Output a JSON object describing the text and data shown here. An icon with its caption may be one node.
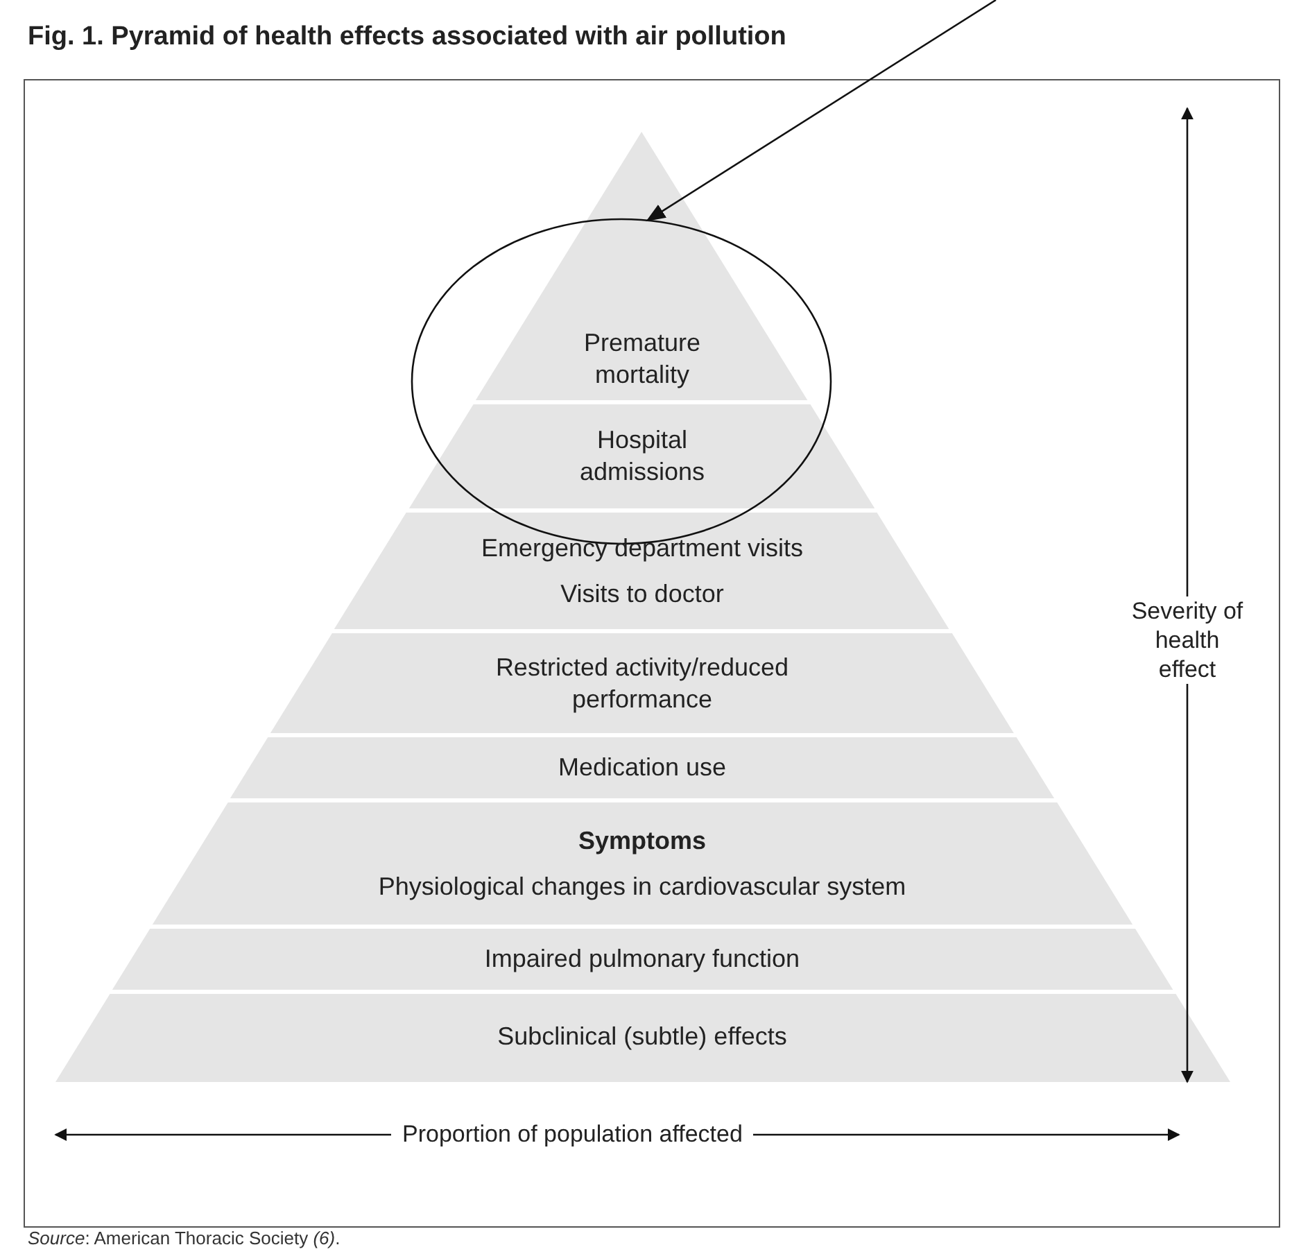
{
  "diagram": {
    "title": "Fig. 1. Pyramid of health effects associated with air pollution",
    "caption": "*Source*: American Thoracic Society *(6)*.",
    "nodes": [
      {
        "text": [
          "Premature mortality"
        ]
      },
      {
        "text": [
          "Hospital admissions"
        ]
      },
      {
        "text": [
          "Emergency department visits",
          "Visits to doctor"
        ]
      },
      {
        "text": [
          "Restricted activity/reduced performance"
        ]
      },
      {
        "text": [
          "Medication use"
        ]
      },
      {
        "text": [
          "Symptoms",
          "Physiological changes in cardiovascular system"
        ]
      },
      {
        "text": [
          "Impaired pulmonary function"
        ]
      },
      {
        "text": [
          "Subclinical (subtle) effects"
        ]
      },
      {
        "text": [],
        "shape": "circle"
      }
    ],
    "edges": [
      {
        "from": null,
        "to": 8,
        "arrow": "to"
      }
    ],
    "labels": [
      "Severity of health effect",
      "Proportion of population affected"
    ]
  }
}
